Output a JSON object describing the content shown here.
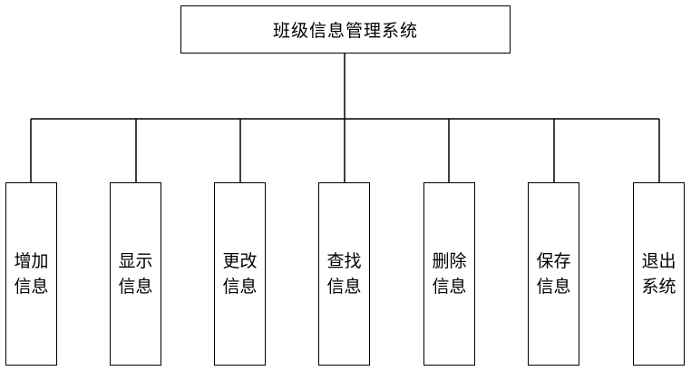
{
  "diagram": {
    "root": {
      "label": "班级信息管理系统"
    },
    "children": [
      {
        "label": "增加信息"
      },
      {
        "label": "显示信息"
      },
      {
        "label": "更改信息"
      },
      {
        "label": "查找信息"
      },
      {
        "label": "删除信息"
      },
      {
        "label": "保存信息"
      },
      {
        "label": "退出系统"
      }
    ]
  }
}
